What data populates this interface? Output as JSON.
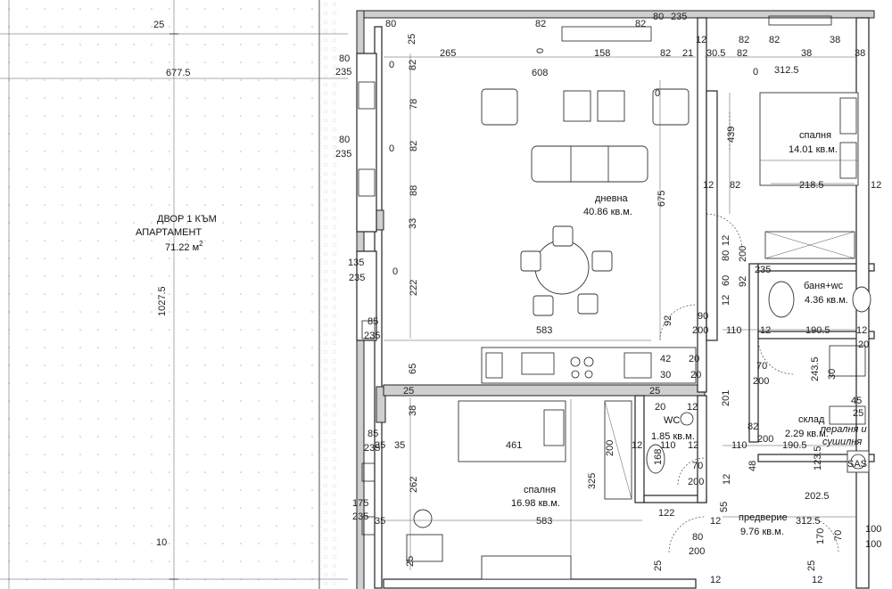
{
  "yard": {
    "title": "ДВОР 1 КЪМ",
    "subtitle": "АПАРТАМЕНТ",
    "area_value": "71.22 м",
    "area_sup": "2",
    "dim_top": "25",
    "dim_width": "677.5",
    "dim_height": "1027.5",
    "dim_bottom": "10"
  },
  "rooms": {
    "living": {
      "name": "дневна",
      "area": "40.86 кв.м."
    },
    "bedroom1": {
      "name": "спалня",
      "area": "14.01 кв.м."
    },
    "bath": {
      "name": "баня+wc",
      "area": "4.36 кв.м."
    },
    "wc": {
      "name": "WC",
      "area": "1.85 кв.м."
    },
    "bedroom2": {
      "name": "спалня",
      "area": "16.98 кв.м."
    },
    "storage": {
      "name": "склад",
      "area": "2.29 кв.м.",
      "note1": "пералня и",
      "note2": "сушилня"
    },
    "hall": {
      "name": "предверие",
      "area": "9.76 кв.м."
    }
  },
  "window_dims": [
    {
      "top": "80",
      "bottom": "235"
    },
    {
      "top": "80",
      "bottom": "235"
    },
    {
      "top": "135",
      "bottom": "235"
    },
    {
      "top": "85",
      "bottom": "235"
    },
    {
      "top": "85",
      "bottom": "235"
    },
    {
      "top": "175",
      "bottom": "235"
    }
  ],
  "dims": {
    "d25a": "25",
    "d82a": "82",
    "d82b": "82",
    "d265": "265",
    "d0a": "0",
    "d82c": "82",
    "d608": "608",
    "d158": "158",
    "d82d": "82",
    "d21": "21",
    "d30_5": "30.5",
    "d82e": "82",
    "d312_5a": "312.5",
    "d38a": "38",
    "d38b": "38",
    "d0b": "0",
    "d0c": "0",
    "d80a": "80",
    "d235a": "235",
    "d12a": "12",
    "d82f": "82",
    "d78": "78",
    "d82g": "82",
    "d88": "88",
    "d33": "33",
    "d222": "222",
    "d675": "675",
    "d0d": "0",
    "d0e": "0",
    "d0f": "0",
    "d439": "439",
    "d12b": "12",
    "d82h": "82",
    "d218_5": "218.5",
    "d12c": "12",
    "d12d": "12",
    "d80b": "80",
    "d200a": "200",
    "d60": "60",
    "d92a": "92",
    "d12e": "12",
    "d92b": "92",
    "d90": "90",
    "d200b": "200",
    "d110a": "110",
    "d12f": "12",
    "d190_5a": "190.5",
    "d12g": "12",
    "d20a": "20",
    "d583a": "583",
    "d65": "65",
    "d42": "42",
    "d30": "30",
    "d20b": "20",
    "d25b": "25",
    "d25c": "25",
    "d38c": "38",
    "d201": "201",
    "d243_5": "243.5",
    "d70a": "70",
    "d200c": "200",
    "d30b": "30",
    "d45": "45",
    "d25d": "25",
    "d461": "461",
    "d35a": "35",
    "d12h": "12",
    "d110b": "110",
    "d110c": "110",
    "d82i": "82",
    "d200d": "200",
    "d190_5b": "190.5",
    "d12i": "12",
    "d123_5": "123.5",
    "d168": "168",
    "d200e": "200",
    "d70b": "70",
    "d200f": "200",
    "d48": "48",
    "d262": "262",
    "d325": "325",
    "d12j": "12",
    "d202_5": "202.5",
    "d583b": "583",
    "d122": "122",
    "d55": "55",
    "d12k": "12",
    "d312_5b": "312.5",
    "d35b": "35",
    "d80c": "80",
    "d200g": "200",
    "d170": "170",
    "d70c": "70",
    "d100a": "100",
    "d100b": "100",
    "d25e": "25",
    "d25f": "25",
    "d12l": "12",
    "d12m": "12",
    "d25g": "25",
    "d82j": "82",
    "d38d": "38",
    "d80d": "80",
    "d235b": "235",
    "d20c": "20",
    "d20d": "20",
    "d12n": "12",
    "d35c": "35",
    "sas": "SAS"
  }
}
